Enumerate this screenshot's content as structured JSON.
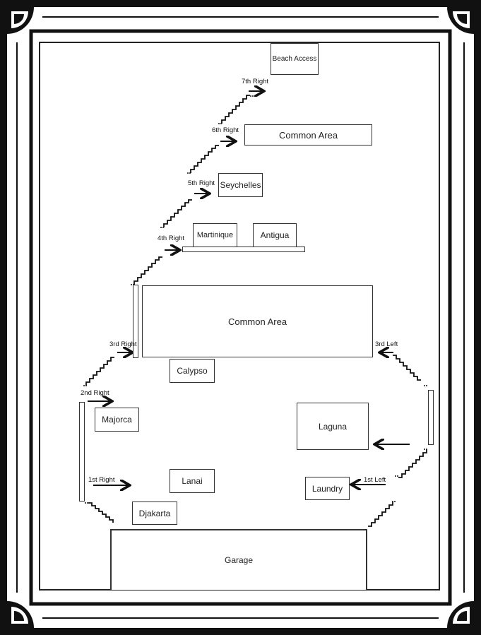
{
  "rooms": {
    "beach_access": "Beach Access",
    "common_area_top": "Common Area",
    "seychelles": "Seychelles",
    "martinique": "Martinique",
    "antigua": "Antigua",
    "common_area_main": "Common Area",
    "calypso": "Calypso",
    "majorca": "Majorca",
    "laguna": "Laguna",
    "lanai": "Lanai",
    "laundry": "Laundry",
    "djakarta": "Djakarta",
    "garage": "Garage"
  },
  "directions": {
    "first_right": "1st Right",
    "second_right": "2nd Right",
    "third_right": "3rd Right",
    "fourth_right": "4th Right",
    "fifth_right": "5th Right",
    "sixth_right": "6th Right",
    "seventh_right": "7th Right",
    "first_left": "1st Left",
    "third_left": "3rd Left"
  },
  "colors": {
    "frame": "#111111",
    "line": "#333333",
    "background": "#ffffff"
  },
  "icons": [
    "corner-quarter-circle-icon",
    "stair-icon",
    "arrow-right-icon",
    "arrow-left-icon"
  ]
}
